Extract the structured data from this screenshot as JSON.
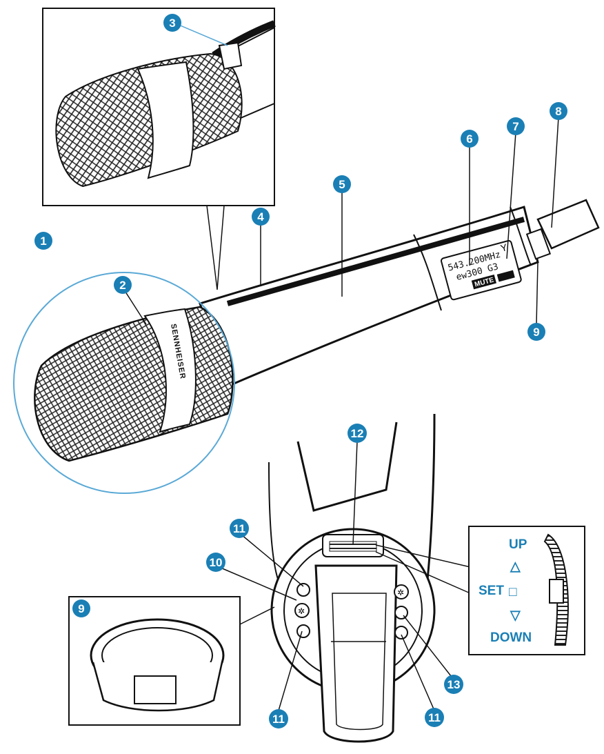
{
  "colors": {
    "accent": "#1a7fb5",
    "ink": "#111111",
    "leader": "#5aa9d6"
  },
  "callouts": [
    {
      "id": "c1",
      "label": "1"
    },
    {
      "id": "c2",
      "label": "2"
    },
    {
      "id": "c3",
      "label": "3"
    },
    {
      "id": "c4",
      "label": "4"
    },
    {
      "id": "c5",
      "label": "5"
    },
    {
      "id": "c6",
      "label": "6"
    },
    {
      "id": "c7",
      "label": "7"
    },
    {
      "id": "c8",
      "label": "8"
    },
    {
      "id": "c9a",
      "label": "9"
    },
    {
      "id": "c9b",
      "label": "9"
    },
    {
      "id": "c10",
      "label": "10"
    },
    {
      "id": "c11a",
      "label": "11"
    },
    {
      "id": "c11b",
      "label": "11"
    },
    {
      "id": "c11c",
      "label": "11"
    },
    {
      "id": "c12",
      "label": "12"
    },
    {
      "id": "c13",
      "label": "13"
    }
  ],
  "display": {
    "frequency": "543.200MHz",
    "model": "ew300 G3",
    "mute": "MUTE",
    "antenna_icon": "antenna-icon",
    "battery_icon": "battery-icon"
  },
  "brand": "SENNHEISER",
  "controls": {
    "up": "UP",
    "set": "SET",
    "down": "DOWN",
    "up_symbol": "△",
    "set_symbol": "□",
    "down_symbol": "▽"
  }
}
